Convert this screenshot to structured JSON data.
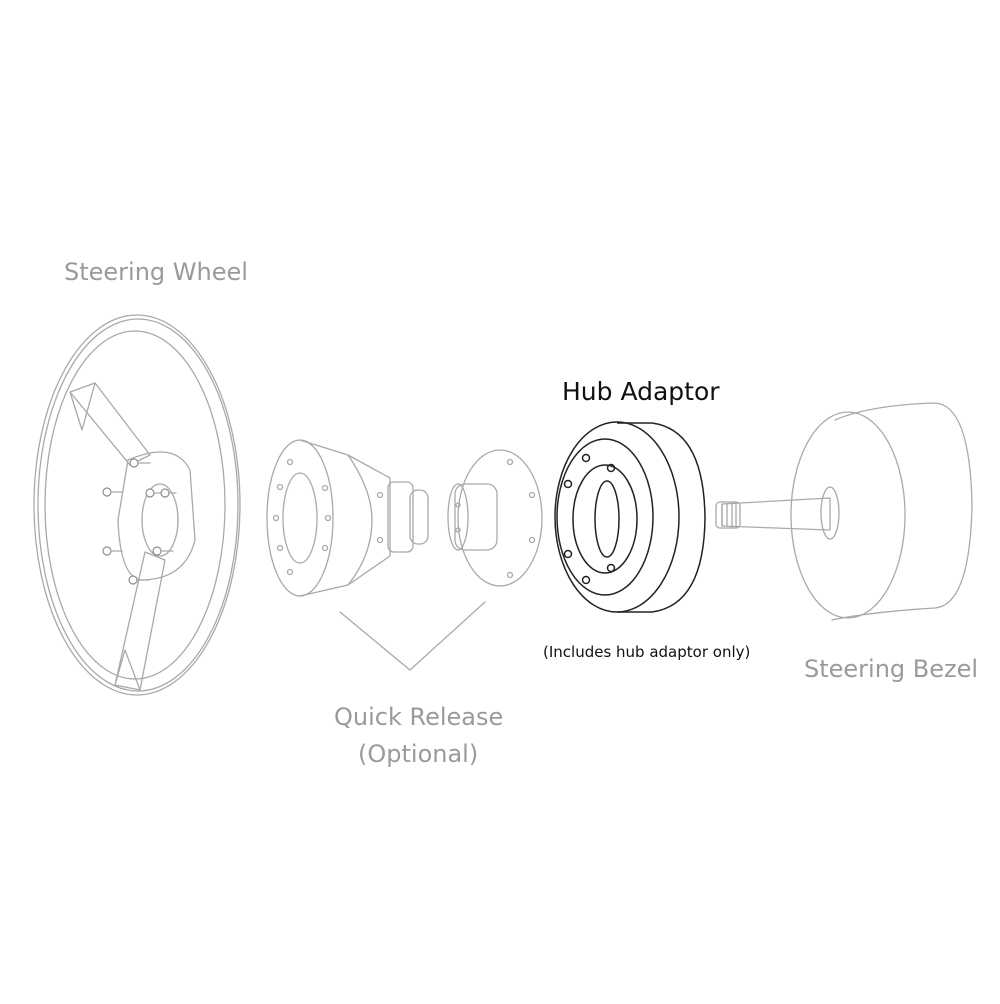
{
  "labels": {
    "steering_wheel": "Steering Wheel",
    "hub_adaptor": "Hub Adaptor",
    "hub_note": "(Includes hub adaptor only)",
    "steering_bezel": "Steering Bezel",
    "quick_release_line1": "Quick Release",
    "quick_release_line2": "(Optional)"
  },
  "colors": {
    "line_grey": "#a9a9a9",
    "line_dark": "#222222",
    "label_grey": "#9a9a9a",
    "label_black": "#111111",
    "background": "#ffffff"
  }
}
